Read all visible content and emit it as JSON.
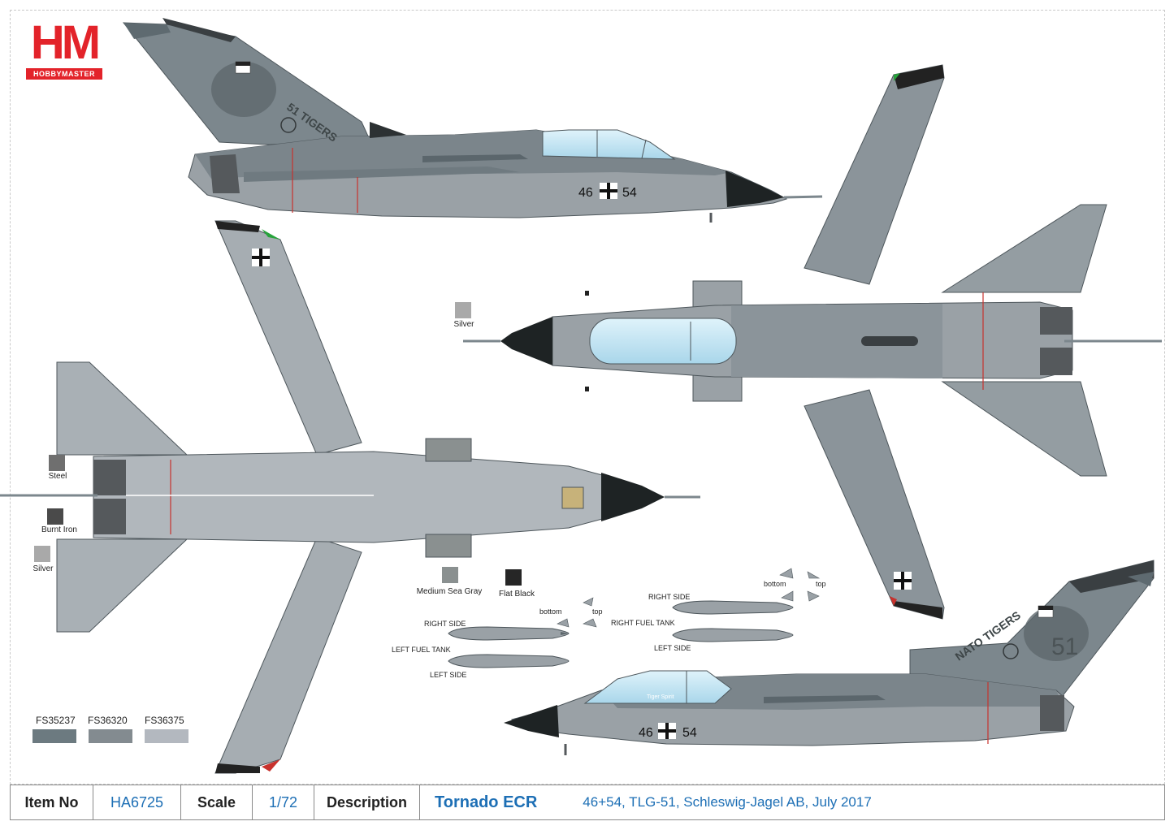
{
  "logo": {
    "mark": "HM",
    "brand": "HOBBYMASTER"
  },
  "aircraft_markings": {
    "serial_left": "46",
    "serial_right": "54",
    "tail_top": "51 TIGERS",
    "tail_bottom": "NATO TIGERS",
    "tail_number": "51",
    "nose_art": "Tiger Spirit"
  },
  "swatches": [
    {
      "label": "Silver",
      "color": "#a9a9a9"
    },
    {
      "label": "Steel",
      "color": "#6f6f6f"
    },
    {
      "label": "Burnt Iron",
      "color": "#4a4a4a"
    },
    {
      "label": "Silver",
      "color": "#a9a9a9"
    },
    {
      "label": "Medium Sea Gray",
      "color": "#8a9090"
    },
    {
      "label": "Flat Black",
      "color": "#262626"
    }
  ],
  "fs_colors": [
    {
      "label": "FS35237",
      "color": "#6c7a80"
    },
    {
      "label": "FS36320",
      "color": "#838b90"
    },
    {
      "label": "FS36375",
      "color": "#b3b8bf"
    }
  ],
  "tank_labels": {
    "left_bottom": "bottom",
    "left_top": "top",
    "left_right_side": "RIGHT SIDE",
    "left_tank": "LEFT FUEL TANK",
    "left_left_side": "LEFT SIDE",
    "right_bottom": "bottom",
    "right_top": "top",
    "right_right_side": "RIGHT SIDE",
    "right_tank": "RIGHT FUEL TANK",
    "right_left_side": "LEFT SIDE"
  },
  "footer": {
    "item_no_label": "Item No",
    "item_no": "HA6725",
    "scale_label": "Scale",
    "scale": "1/72",
    "description_label": "Description",
    "model": "Tornado ECR",
    "description": "46+54, TLG-51, Schleswig-Jagel AB, July 2017"
  }
}
